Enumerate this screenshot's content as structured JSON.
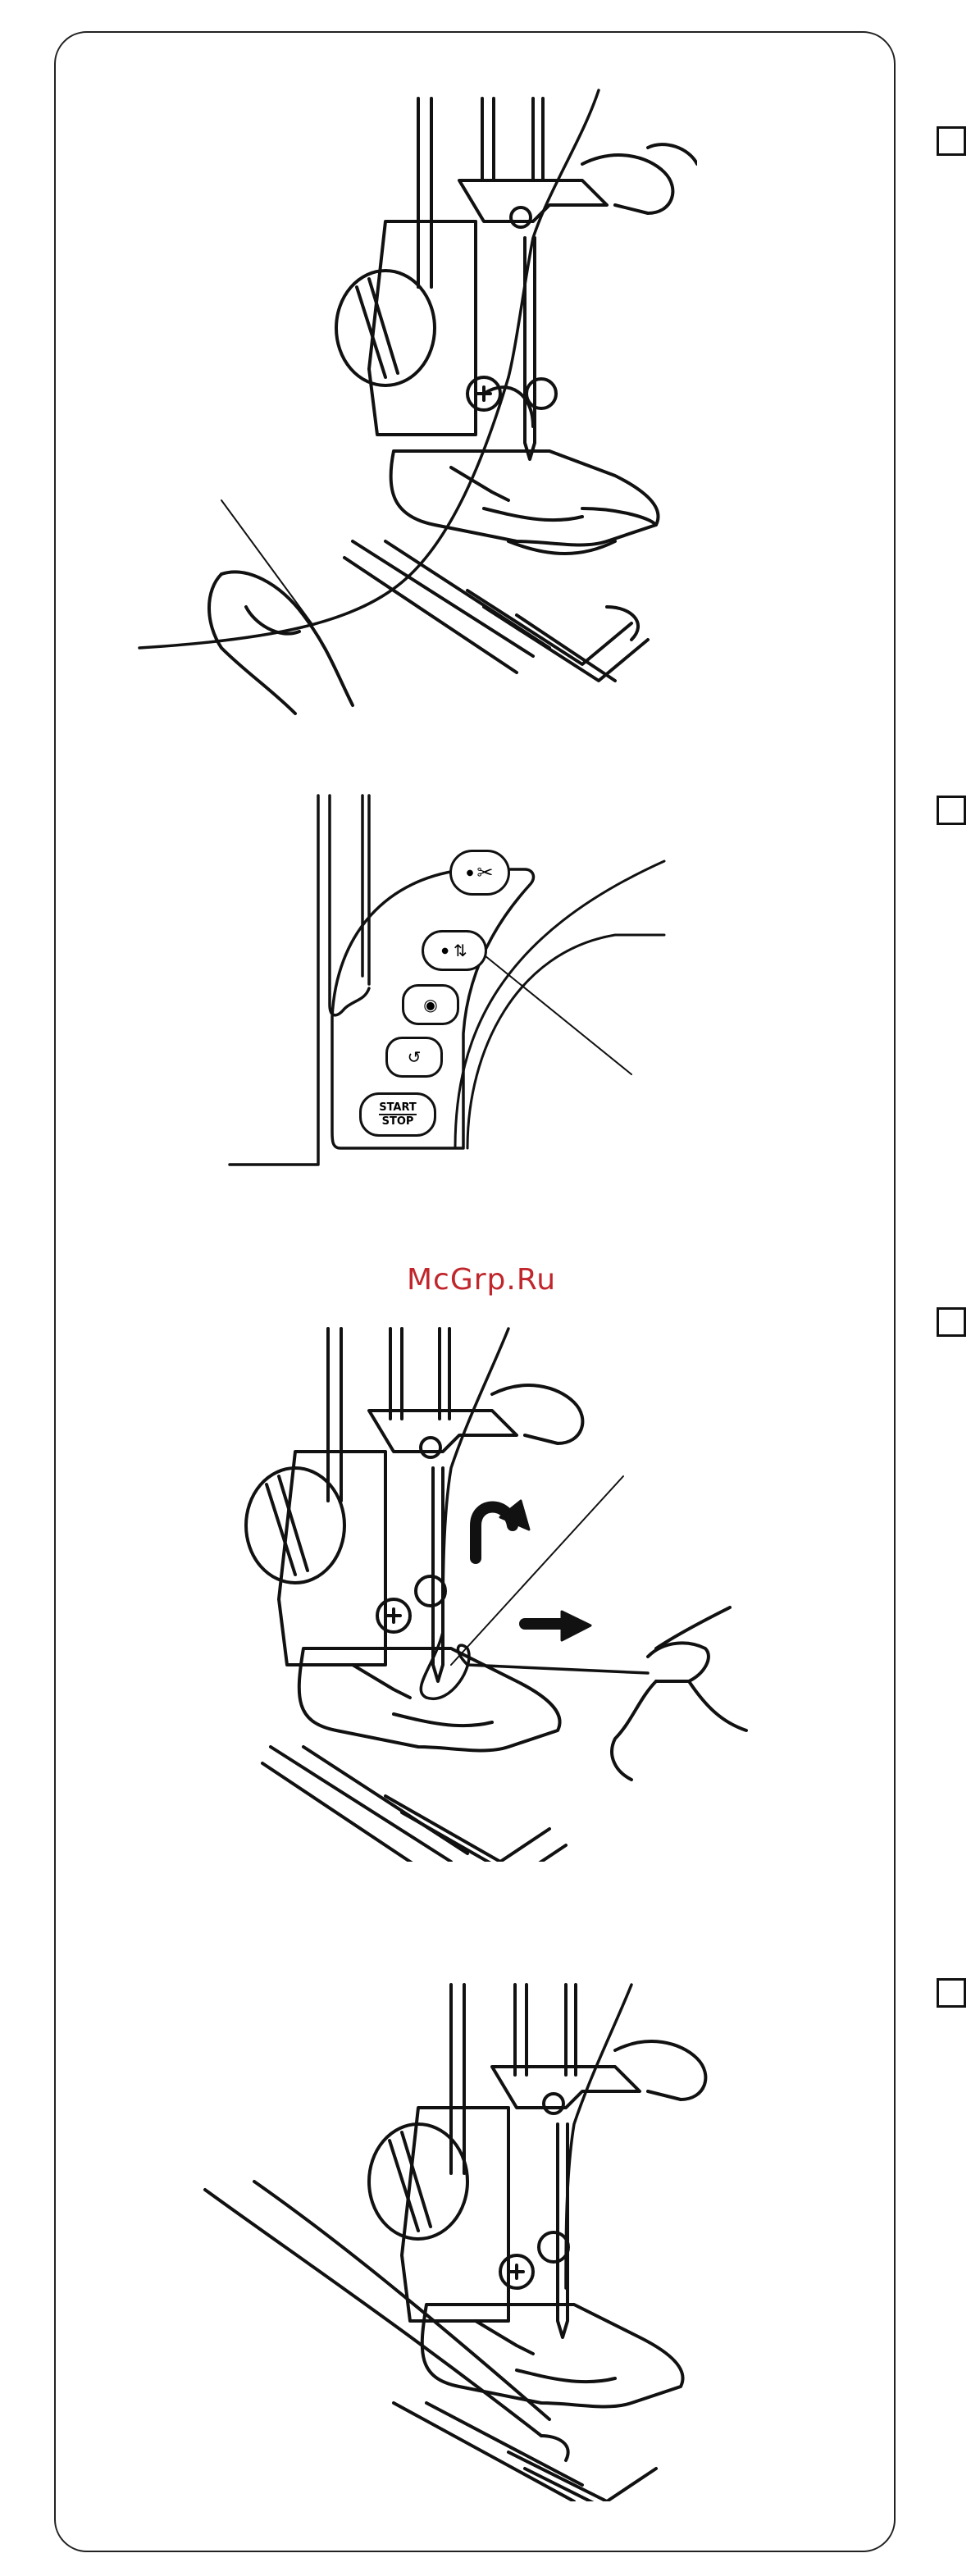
{
  "watermark": {
    "text": "McGrp.Ru"
  },
  "control_panel": {
    "thread_cutter_icon": "scissors-icon",
    "needle_up_down_icon": "needle-up-down-icon",
    "lock_stitch_icon": "lock-stitch-icon",
    "reverse_icon": "reverse-icon",
    "start_stop_line1": "START",
    "start_stop_line2": "STOP"
  },
  "steps": [
    {
      "checkbox": "step-1"
    },
    {
      "checkbox": "step-2"
    },
    {
      "checkbox": "step-3"
    },
    {
      "checkbox": "step-4"
    }
  ],
  "colors": {
    "line": "#111111",
    "watermark": "#c0262b"
  }
}
